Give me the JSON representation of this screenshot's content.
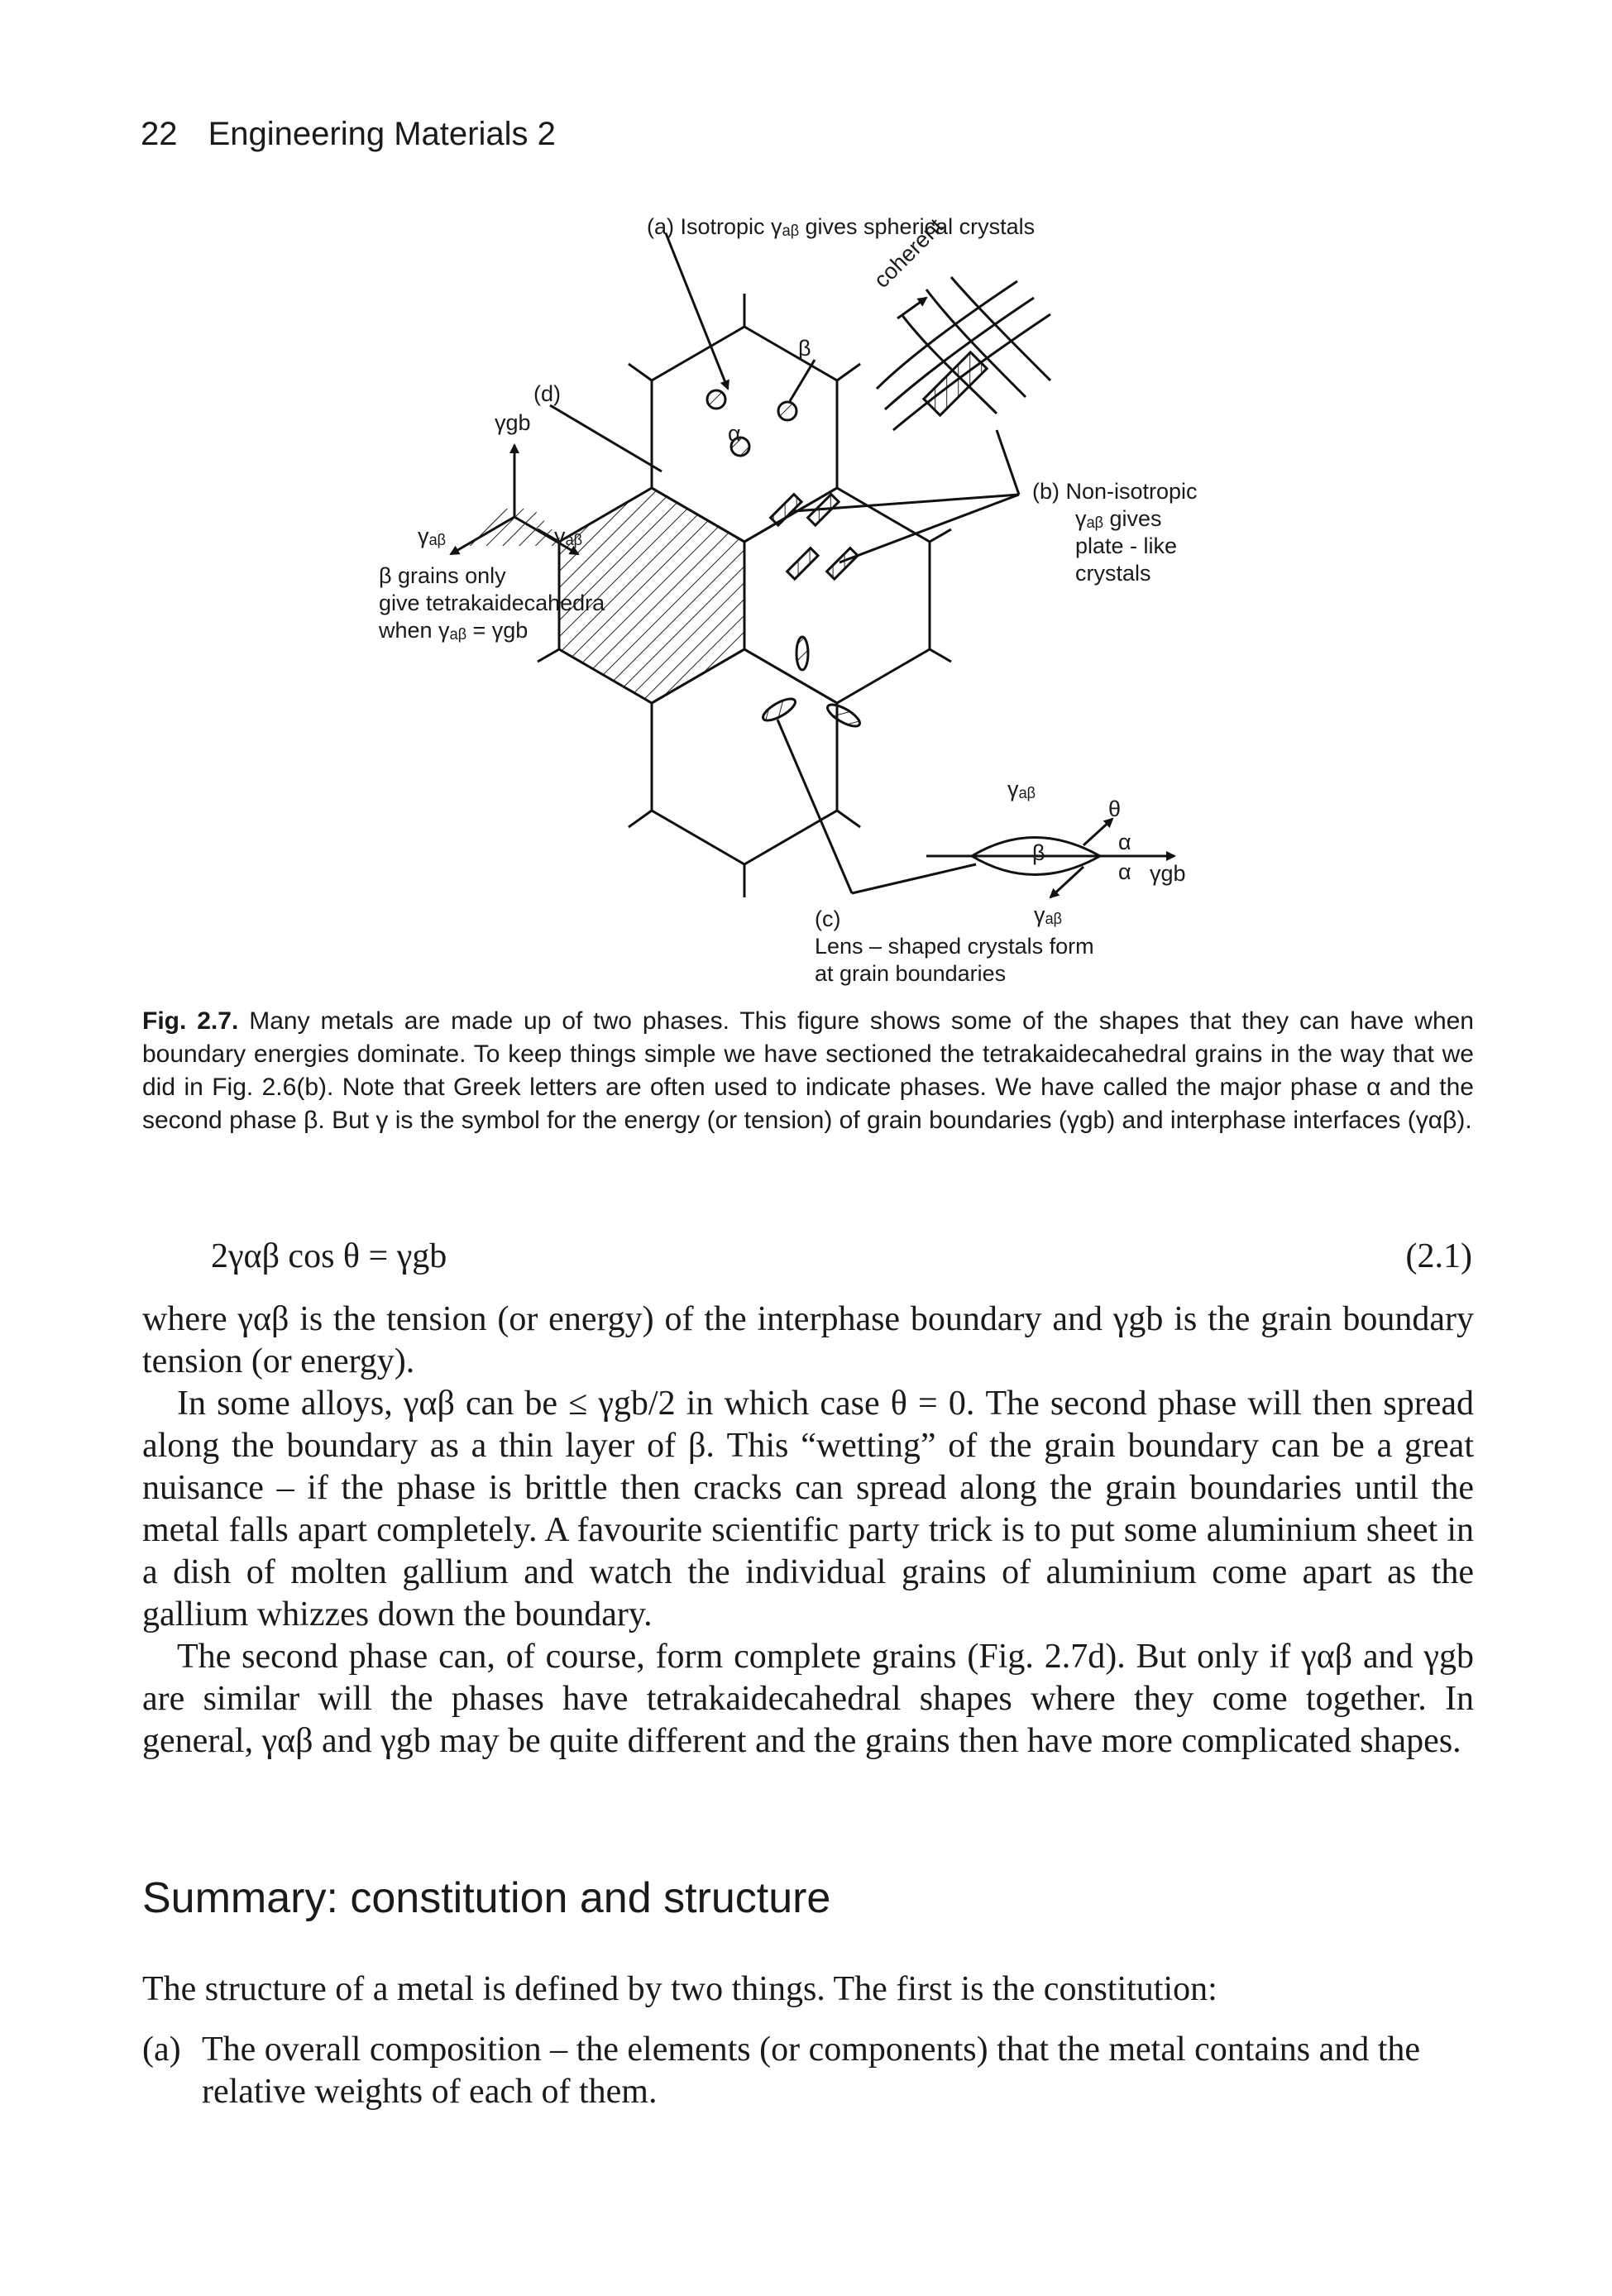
{
  "page": {
    "number": "22",
    "running_title": "Engineering Materials 2"
  },
  "figure": {
    "label_a": "(a) Isotropic γₐᵦ gives spherical crystals",
    "label_b": [
      "(b) Non-isotropic",
      "γₐᵦ gives",
      "plate - like",
      "crystals"
    ],
    "label_c": [
      "(c)",
      "Lens – shaped crystals form",
      "at grain boundaries"
    ],
    "label_d": "(d)",
    "label_d_text": [
      "β grains only",
      "give tetrakaidecahedra",
      "when γₐᵦ = γgb"
    ],
    "label_coherent": "coherent",
    "label_beta": "β",
    "label_alpha": "α",
    "inset_left": {
      "top": "γgb",
      "left": "γₐᵦ",
      "right": "γₐᵦ"
    },
    "inset_lens": {
      "gamma_top": "γₐᵦ",
      "theta": "θ",
      "beta": "β",
      "alpha_top": "α",
      "alpha_bottom": "α",
      "gamma_gb": "γgb",
      "gamma_bottom": "γₐᵦ"
    }
  },
  "caption": {
    "fig_number": "Fig. 2.7.",
    "text": "Many metals are made up of two phases. This figure shows some of the shapes that they can have when boundary energies dominate. To keep things simple we have sectioned the tetrakaidecahedral grains in the way that we did in Fig. 2.6(b). Note that Greek letters are often used to indicate phases. We have called the major phase α and the second phase β. But γ is the symbol for the energy (or tension) of grain boundaries (γgb) and interphase interfaces (γαβ)."
  },
  "equation": {
    "text": "2γαβ cos θ = γgb",
    "number": "(2.1)"
  },
  "body": {
    "p1": "where γαβ is the tension (or energy) of the interphase boundary and γgb is the grain boundary tension (or energy).",
    "p2": "In some alloys, γαβ can be ≤ γgb/2 in which case θ = 0. The second phase will then spread along the boundary as a thin layer of β. This “wetting” of the grain boundary can be a great nuisance – if the phase is brittle then cracks can spread along the grain boundaries until the metal falls apart completely. A favourite scientific party trick is to put some aluminium sheet in a dish of molten gallium and watch the individual grains of aluminium come apart as the gallium whizzes down the boundary.",
    "p3": "The second phase can, of course, form complete grains (Fig. 2.7d). But only if γαβ and γgb are similar will the phases have tetrakaidecahedral shapes where they come together. In general, γαβ and γgb may be quite different and the grains then have more complicated shapes."
  },
  "section": {
    "heading": "Summary: constitution and structure",
    "intro": "The structure of a metal is defined by two things. The first is the constitution:",
    "item_a_marker": "(a)",
    "item_a": "The overall composition – the elements (or components) that the metal contains and the relative weights of each of them."
  }
}
